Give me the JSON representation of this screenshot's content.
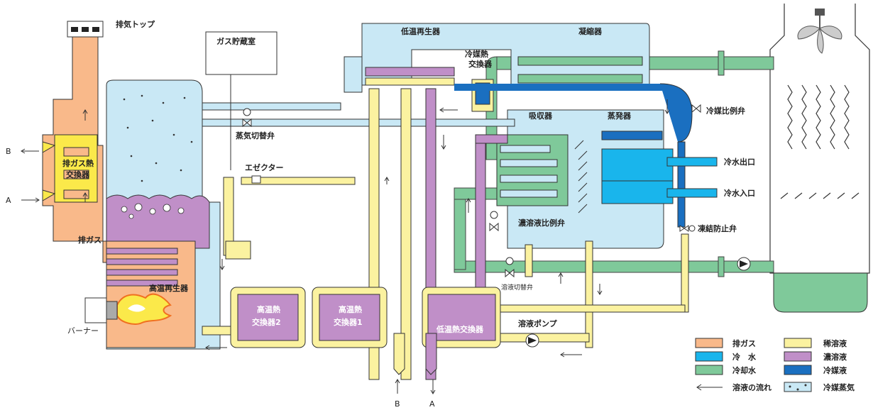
{
  "colors": {
    "exhaust_gas": "#f9b98a",
    "chilled_water": "#19b5ec",
    "cooling_water": "#7fc99a",
    "refrigerant_liquid": "#1a6fc0",
    "dilute_solution": "#fbf2a0",
    "concentrated_solution": "#c08fc8",
    "refrigerant_vapor": "#c9e8f5"
  },
  "labels": {
    "exhaust_top": "排気トップ",
    "gas_storage_room": "ガス貯蔵室",
    "low_temp_regenerator": "低温再生器",
    "condenser": "凝縮器",
    "refrigerant_hx": "冷媒熱\n交換器",
    "refrigerant_proportional_valve": "冷媒比例弁",
    "absorber": "吸収器",
    "evaporator": "蒸発器",
    "steam_switch_valve": "蒸気切替弁",
    "ejector": "エゼクター",
    "exhaust_gas_hx": "排ガス熱\n交換器",
    "exhaust_gas": "排ガス",
    "high_temp_regenerator": "高温再生器",
    "burner": "バーナー",
    "high_temp_hx2": "高温熱\n交換器2",
    "high_temp_hx1": "高温熱\n交換器1",
    "low_temp_hx": "低温熱交換器",
    "solution_pump": "溶液ポンプ",
    "solution_switch_valve": "溶液切替弁",
    "conc_solution_proportional_valve": "濃溶液比例弁",
    "chilled_water_outlet": "冷水出口",
    "chilled_water_inlet": "冷水入口",
    "freeze_protection_valve": "凍結防止弁",
    "port_b": "B",
    "port_a": "A"
  },
  "legend": [
    {
      "key": "exhaust_gas",
      "label": "排ガス"
    },
    {
      "key": "dilute_solution",
      "label": "稀溶液"
    },
    {
      "key": "chilled_water",
      "label": "冷　水"
    },
    {
      "key": "concentrated_solution",
      "label": "濃溶液"
    },
    {
      "key": "cooling_water",
      "label": "冷却水"
    },
    {
      "key": "refrigerant_liquid",
      "label": "冷媒液"
    },
    {
      "key": "solution_flow",
      "label": "溶液の流れ"
    },
    {
      "key": "refrigerant_vapor",
      "label": "冷媒蒸気"
    }
  ]
}
